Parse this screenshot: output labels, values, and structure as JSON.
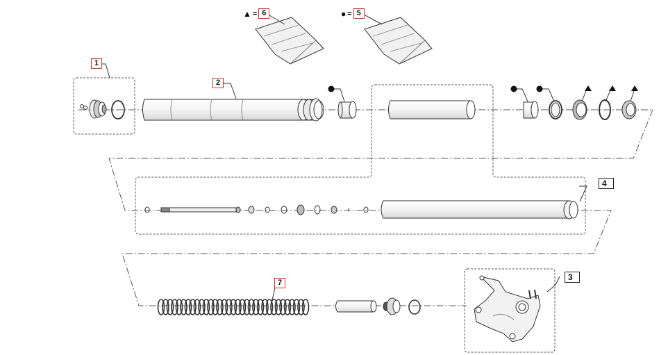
{
  "diagram": {
    "callouts": {
      "c1": "1",
      "c2": "2",
      "c3": "3",
      "c4": "4",
      "c5": "5",
      "c6": "6",
      "c7": "7"
    },
    "legend": {
      "triangle": {
        "symbol": "▲",
        "equals": "=",
        "ref": "6"
      },
      "circle": {
        "symbol": "●",
        "equals": "=",
        "ref": "5"
      }
    },
    "colors": {
      "line": "#333333",
      "callout_border": "#c0392b"
    }
  }
}
